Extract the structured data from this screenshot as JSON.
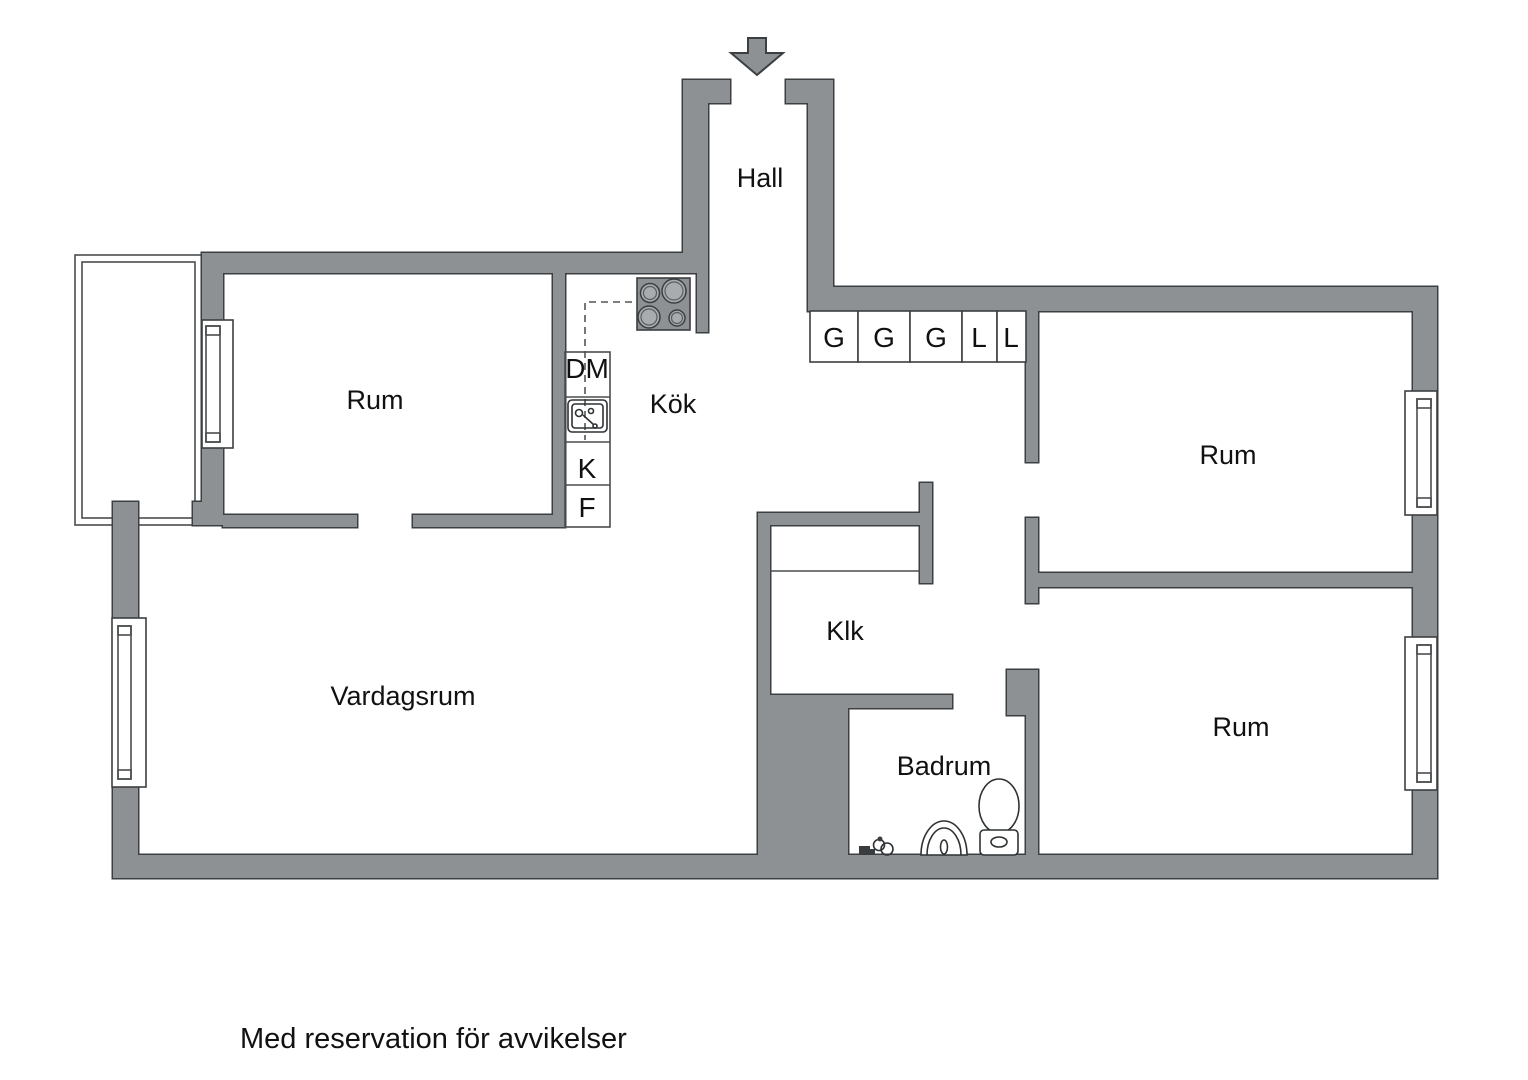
{
  "plan": {
    "rooms": {
      "hall": "Hall",
      "kitchen": "Kök",
      "room_top_left": "Rum",
      "room_top_right": "Rum",
      "room_bottom_right": "Rum",
      "living_room": "Vardagsrum",
      "walk_in_closet": "Klk",
      "bathroom": "Badrum"
    },
    "kitchen_units": {
      "dishwasher": "DM",
      "fridge": "K",
      "freezer": "F"
    },
    "closets": [
      "G",
      "G",
      "G",
      "L",
      "L"
    ],
    "disclaimer": "Med reservation för avvikelser",
    "colors": {
      "background": "#ffffff",
      "wall": "#8e9193",
      "outline": "#3c3f41",
      "text": "#111111"
    },
    "icons": {
      "entrance": "entrance-arrow-icon",
      "stove": "stove-icon",
      "sink": "sink-icon",
      "toilet": "toilet-icon",
      "washbasin": "washbasin-icon",
      "faucet": "faucet-icon"
    }
  }
}
